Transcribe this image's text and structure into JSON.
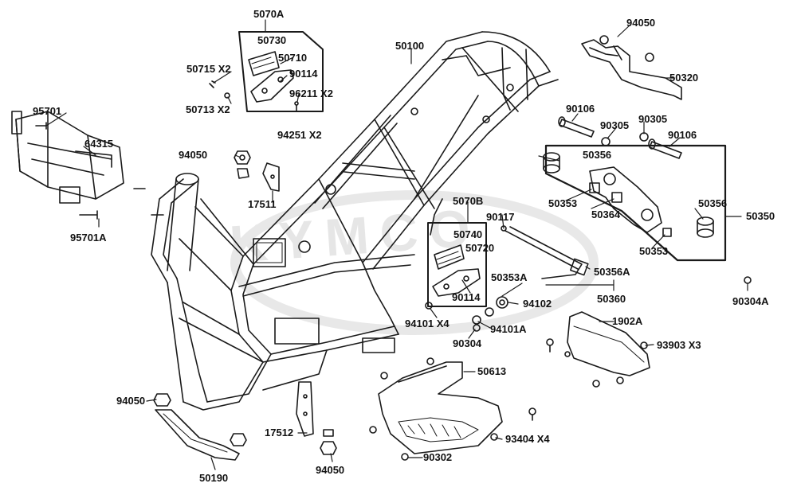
{
  "diagram": {
    "watermark": "KYMCO",
    "colors": {
      "line": "#1a1a1a",
      "watermark": "#e6e6e6",
      "text": "#111111"
    },
    "labels": {
      "p5070A": "5070A",
      "p50730": "50730",
      "p50710": "50710",
      "p90114a": "90114",
      "p50715": "50715 X2",
      "p50713": "50713 X2",
      "p96211": "96211 X2",
      "p94251": "94251 X2",
      "p50100": "50100",
      "p94050a": "94050",
      "p50320": "50320",
      "p95701": "95701",
      "p64315": "64315",
      "p95701A": "95701A",
      "p94050b": "94050",
      "p17511": "17511",
      "p90106a": "90106",
      "p90305a": "90305",
      "p90305b": "90305",
      "p90106b": "90106",
      "p50356a": "50356",
      "p50353a": "50353",
      "p50364": "50364",
      "p50356b": "50356",
      "p50353b": "50353",
      "p50350": "50350",
      "p5070B": "5070B",
      "p90117": "90117",
      "p50740": "50740",
      "p50720": "50720",
      "p50353A": "50353A",
      "p50356A": "50356A",
      "p90114b": "90114",
      "p94102": "94102",
      "p50360": "50360",
      "p90304A": "90304A",
      "p94101": "94101 X4",
      "p94101A": "94101A",
      "p90304": "90304",
      "p1902A": "1902A",
      "p93903": "93903  X3",
      "p50613": "50613",
      "p94050c": "94050",
      "p17512": "17512",
      "p93404": "93404  X4",
      "p90302": "90302",
      "p50190": "50190",
      "p94050d": "94050"
    }
  }
}
